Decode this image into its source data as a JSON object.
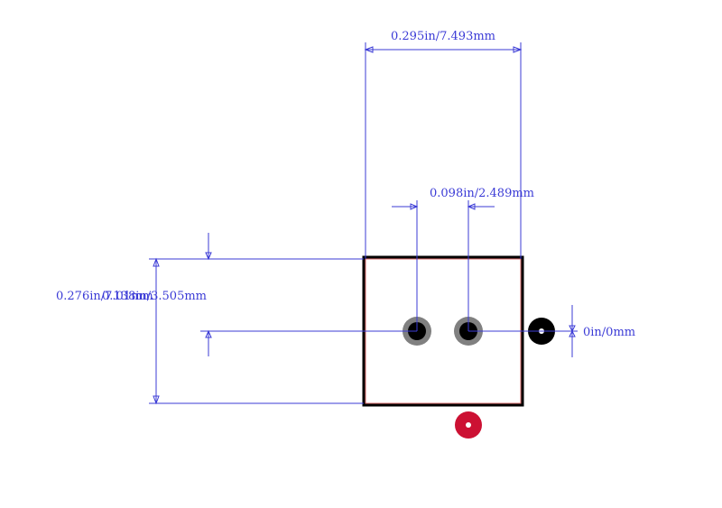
{
  "dimensions": {
    "overall_width": "0.295in/7.493mm",
    "pitch": "0.098in/2.489mm",
    "overall_height": "0.276in/7.01mm",
    "pin_offset": "0.138in/3.505mm",
    "zero_offset": "0in/0mm"
  },
  "colors": {
    "dimension": "#3b3bd6",
    "outline": "#000000",
    "courtyard": "#c83232",
    "pad_ring": "#808080",
    "pad_hole": "#000000",
    "pin1_marker": "#cc1133"
  }
}
